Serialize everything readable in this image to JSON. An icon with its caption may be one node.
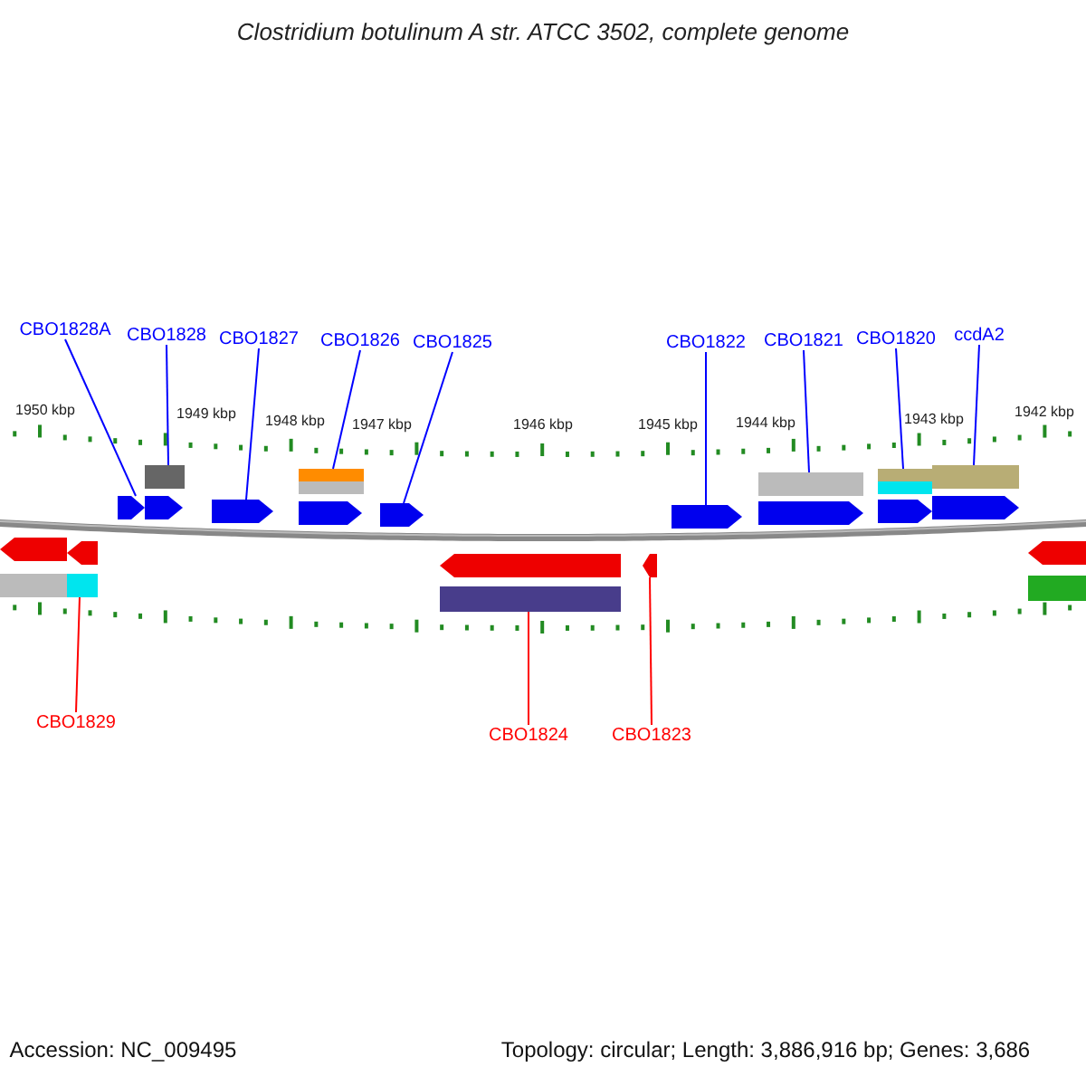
{
  "diagram": {
    "title": "Clostridium botulinum A str. ATCC 3502, complete genome",
    "nodes": [
      {
        "text": [
          "CBO1828A"
        ]
      },
      {
        "text": [
          "CBO1828"
        ]
      },
      {
        "text": [
          "CBO1827"
        ]
      },
      {
        "text": [
          "CBO1826"
        ]
      },
      {
        "text": [
          "CBO1825"
        ]
      },
      {
        "text": [
          "CBO1822"
        ]
      },
      {
        "text": [
          "CBO1821"
        ]
      },
      {
        "text": [
          "CBO1820"
        ]
      },
      {
        "text": [
          "ccdA2"
        ]
      },
      {
        "text": [
          "CBO1829"
        ]
      },
      {
        "text": [
          "CBO1824"
        ]
      },
      {
        "text": [
          "CBO1823"
        ]
      },
      {
        "text": [],
        "shape": "box"
      },
      {
        "text": [],
        "shape": "box"
      },
      {
        "text": [],
        "shape": "box"
      },
      {
        "text": [],
        "shape": "box"
      },
      {
        "text": [],
        "shape": "box"
      },
      {
        "text": [],
        "shape": "box"
      },
      {
        "text": [],
        "shape": "box"
      },
      {
        "text": [],
        "shape": "box"
      },
      {
        "text": [],
        "shape": "box"
      },
      {
        "text": [],
        "shape": "box"
      },
      {
        "text": [],
        "shape": "box"
      },
      {
        "text": [],
        "shape": "box"
      }
    ],
    "edges": [
      {
        "from": 0,
        "to": 12,
        "arrow": "none"
      },
      {
        "from": 1,
        "to": 13,
        "arrow": "none"
      },
      {
        "from": 2,
        "to": 14,
        "arrow": "none"
      },
      {
        "from": 3,
        "to": 15,
        "arrow": "none"
      },
      {
        "from": 4,
        "to": 16,
        "arrow": "none"
      },
      {
        "from": 5,
        "to": 17,
        "arrow": "none"
      },
      {
        "from": 6,
        "to": 18,
        "arrow": "none"
      },
      {
        "from": 7,
        "to": 19,
        "arrow": "none"
      },
      {
        "from": 8,
        "to": 20,
        "arrow": "none"
      },
      {
        "from": 9,
        "to": 21,
        "arrow": "none",
        "color": "#ff0000"
      },
      {
        "from": 10,
        "to": 22,
        "arrow": "none",
        "color": "#ff0000"
      },
      {
        "from": 11,
        "to": 23,
        "arrow": "none",
        "color": "#ff0000"
      }
    ],
    "labels": [
      "1950 kbp",
      "1949 kbp",
      "1948 kbp",
      "1947 kbp",
      "1946 kbp",
      "1945 kbp",
      "1944 kbp",
      "1943 kbp",
      "1942 kbp",
      "Accession: NC_009495",
      "Topology: circular; Length: 3,886,916 bp; Genes: 3,686"
    ]
  }
}
